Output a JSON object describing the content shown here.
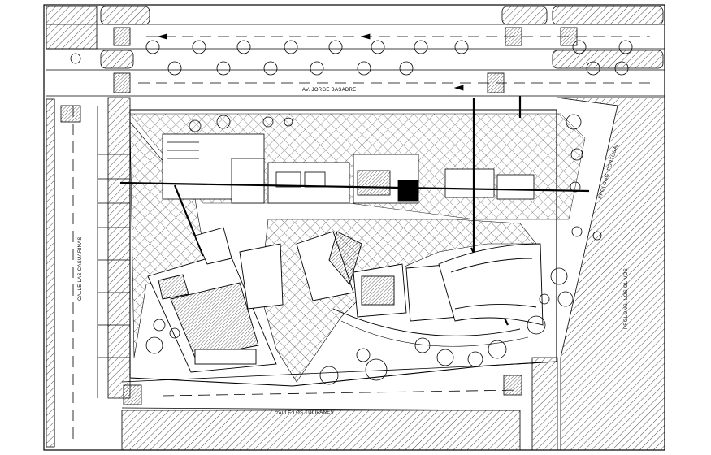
{
  "labels": {
    "top_avenue": "AV. JORGE BASADRE",
    "left_street": "CALLE LAS CASUARINAS",
    "bottom_street": "CALLE LOS TULIPANES",
    "right_street_upper": "PROLONG. PORTUGAL",
    "right_street_lower": "PROLONG. LOS OLIVOS"
  },
  "colors": {
    "line": "#000000",
    "background": "#ffffff"
  }
}
